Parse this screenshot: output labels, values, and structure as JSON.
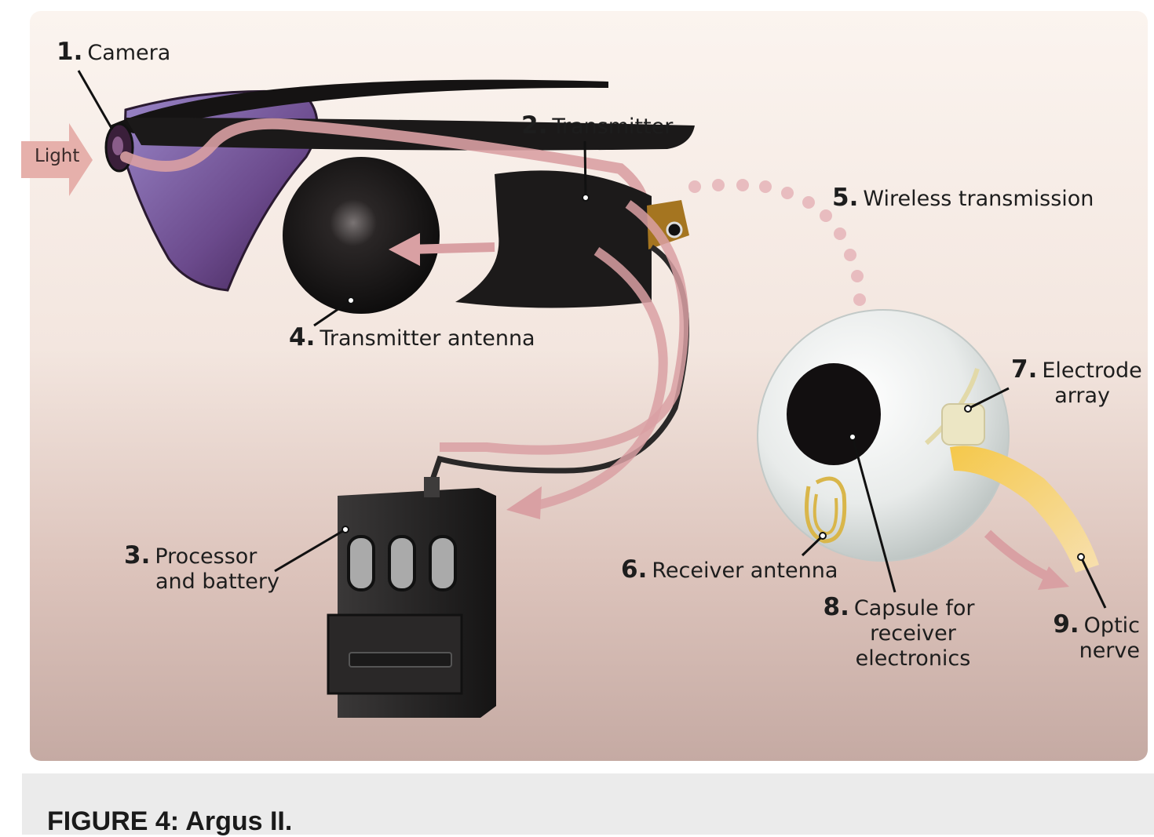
{
  "light_label": "Light",
  "labels": [
    {
      "num": "1.",
      "text": "Camera"
    },
    {
      "num": "2.",
      "text": "Transmitter"
    },
    {
      "num": "3.",
      "line1": "Processor",
      "line2": "and battery"
    },
    {
      "num": "4.",
      "text": "Transmitter antenna"
    },
    {
      "num": "5.",
      "text": "Wireless transmission"
    },
    {
      "num": "6.",
      "text": "Receiver antenna"
    },
    {
      "num": "7.",
      "line1": "Electrode",
      "line2": "array"
    },
    {
      "num": "8.",
      "line1": "Capsule for",
      "line2": "receiver",
      "line3": "electronics"
    },
    {
      "num": "9.",
      "line1": "Optic",
      "line2": "nerve"
    }
  ],
  "caption": "FIGURE 4: Argus II.",
  "colors": {
    "signal_pink": "#d9a0a3",
    "device_black": "#1c1a1a",
    "lens_purple": "#6b4a8c",
    "nerve_yellow": "#f0c860"
  }
}
